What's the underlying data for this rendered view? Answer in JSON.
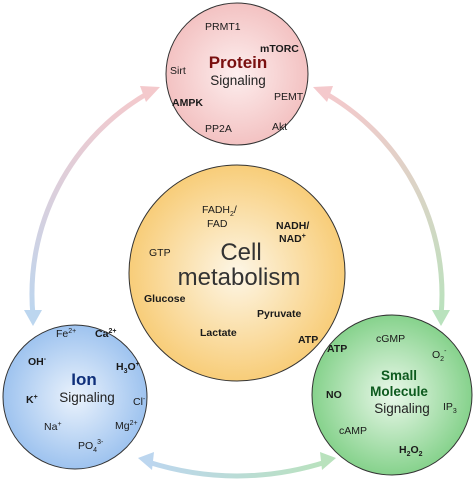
{
  "colors": {
    "protein_fill": "#f3c2c2",
    "protein_edge": "#fdeeee",
    "ion_fill": "#9ec3ef",
    "ion_edge": "#eaf2fc",
    "small_fill": "#86d28c",
    "small_edge": "#eaf8ea",
    "metab_fill": "#f8cd79",
    "metab_edge": "#fdf6e6",
    "arrow_pink": "#f4c9cc",
    "arrow_blue": "#bcd6ef",
    "arrow_green": "#b9e2bd"
  },
  "protein": {
    "title": "Protein",
    "subtitle": "Signaling",
    "labels": {
      "prmt1": "PRMT1",
      "mtorc": "mTORC",
      "sirt": "Sirt",
      "ampk": "AMPK",
      "pemt": "PEMT",
      "pp2a": "PP2A",
      "akt": "Akt"
    }
  },
  "metabolism": {
    "title_line1": "Cell",
    "title_line2": "metabolism",
    "labels": {
      "fadh_a": "FADH",
      "fadh_sub": "2",
      "fadh_b": "/",
      "fad": "FAD",
      "nadh": "NADH/",
      "nad": "NAD",
      "nad_sup": "+",
      "gtp": "GTP",
      "glucose": "Glucose",
      "pyruvate": "Pyruvate",
      "lactate": "Lactate",
      "atp": "ATP"
    }
  },
  "ion": {
    "title": "Ion",
    "subtitle": "Signaling",
    "labels": {
      "fe": "Fe",
      "fe_sup": "2+",
      "ca": "Ca",
      "ca_sup": "2+",
      "oh": "OH",
      "oh_sup": "-",
      "h3o_h": "H",
      "h3o_sub": "3",
      "h3o_o": "O",
      "h3o_sup": "+",
      "k": "K",
      "k_sup": "+",
      "cl": "Cl",
      "cl_sup": "-",
      "na": "Na",
      "na_sup": "+",
      "mg": "Mg",
      "mg_sup": "2+",
      "po4": "PO",
      "po4_sub": "4",
      "po4_sup": "3-"
    }
  },
  "small_molecule": {
    "title_line1": "Small",
    "title_line2": "Molecule",
    "subtitle": "Signaling",
    "labels": {
      "atp": "ATP",
      "cgmp": "cGMP",
      "o2": "O",
      "o2_sub": "2",
      "o2_sup": "-",
      "no": "NO",
      "ip3": "IP",
      "ip3_sub": "3",
      "camp": "cAMP",
      "h2o2_a": "H",
      "h2o2_sub1": "2",
      "h2o2_b": "O",
      "h2o2_sub2": "2"
    }
  }
}
